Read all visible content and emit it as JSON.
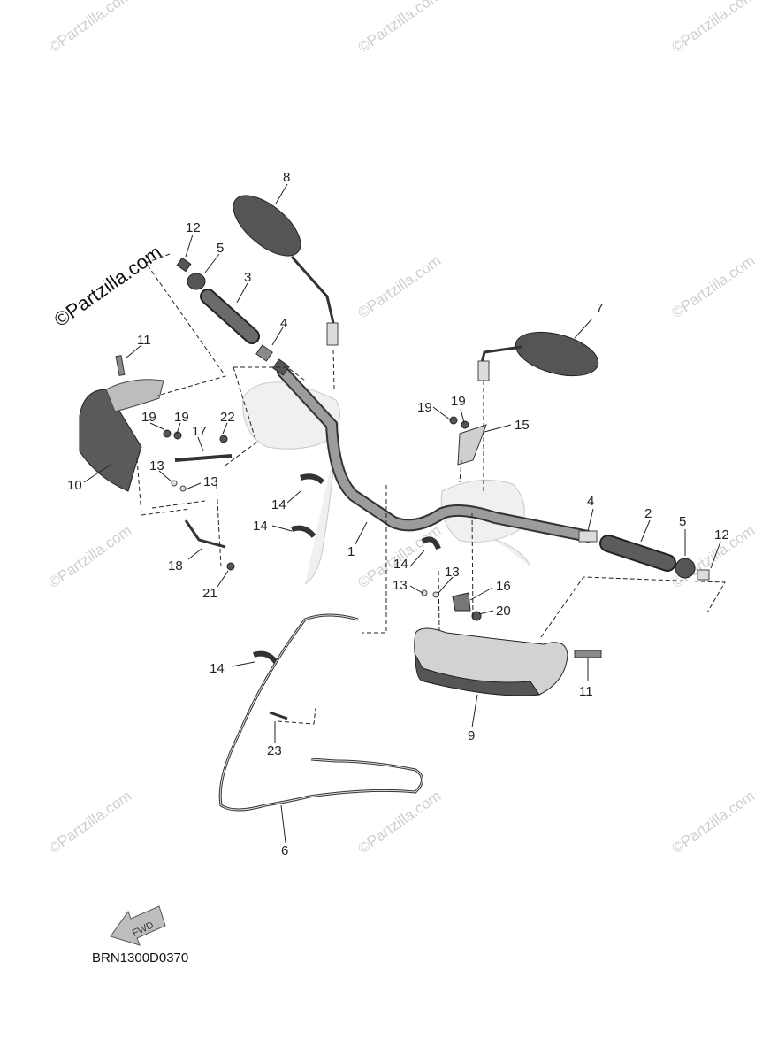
{
  "diagram": {
    "code": "BRN1300D0370",
    "fwd_label": "FWD",
    "watermark_main": "©Partzilla.com",
    "watermark_small": "©Partzilla.com"
  },
  "callouts": [
    "8",
    "12",
    "5",
    "3",
    "4",
    "11",
    "19",
    "19",
    "22",
    "17",
    "13",
    "13",
    "10",
    "18",
    "21",
    "14",
    "14",
    "1",
    "14",
    "7",
    "19",
    "19",
    "15",
    "4",
    "2",
    "5",
    "12",
    "13",
    "13",
    "16",
    "20",
    "11",
    "9",
    "14",
    "23",
    "6"
  ]
}
